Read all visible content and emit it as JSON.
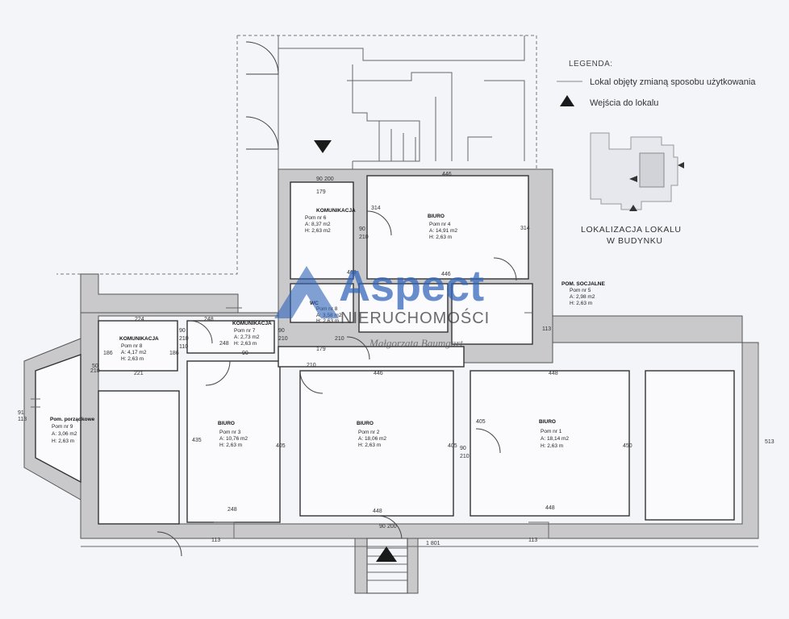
{
  "legend": {
    "title": "LEGENDA:",
    "item_line": "Lokal objęty zmianą sposobu użytkowania",
    "item_entrance": "Wejścia do lokalu",
    "location_line1": "LOKALIZACJA LOKALU",
    "location_line2": "W BUDYNKU"
  },
  "watermark": {
    "brand": "Aspect",
    "subtitle": "NIERUCHOMOŚCI",
    "signature": "Małgorzata Baumgart"
  },
  "rooms": {
    "r1": {
      "type": "BIURO",
      "name": "Pom nr 1",
      "area": "A: 18,14 m2",
      "height": "H: 2,63 m"
    },
    "r2": {
      "type": "BIURO",
      "name": "Pom nr 2",
      "area": "A: 18,06 m2",
      "height": "H: 2,63 m"
    },
    "r3": {
      "type": "BIURO",
      "name": "Pom nr 3",
      "area": "A: 10,76 m2",
      "height": "H: 2,63 m"
    },
    "r4": {
      "type": "BIURO",
      "name": "Pom nr 4",
      "area": "A: 14,91 m2",
      "height": "H: 2,63 m"
    },
    "r5": {
      "type": "POM. SOCJALNE",
      "name": "Pom nr 5",
      "area": "A: 2,98 m2",
      "height": "H: 2,63 m"
    },
    "r6": {
      "type": "KOMUNIKACJA",
      "name": "Pom nr 6",
      "area": "A: 8,37 m2",
      "height": "H: 2,63 m2"
    },
    "r7": {
      "type": "KOMUNIKACJA",
      "name": "Pom nr 7",
      "area": "A: 2,73 m2",
      "height": "H: 2,63 m"
    },
    "r8": {
      "type": "KOMUNIKACJA",
      "name": "Pom nr 8",
      "area": "A: 4,17 m2",
      "height": "H: 2,63 m"
    },
    "r8wc": {
      "type": "WC",
      "name": "Pom nr 8",
      "area": "A: 3,58 m2",
      "height": "H: 2,63 m"
    },
    "r9": {
      "type": "Pom. porządkowe",
      "name": "Pom nr 9",
      "area": "A: 3,06 m2",
      "height": "H: 2,63 m"
    }
  },
  "dimensions": {
    "d446a": "446",
    "d446b": "446",
    "d446c": "446",
    "d448a": "448",
    "d448b": "448",
    "d448c": "448",
    "d248a": "248",
    "d248b": "248",
    "d248c": "248",
    "d224": "224",
    "d221": "221",
    "d179a": "179",
    "d179b": "179",
    "d186a": "186",
    "d186b": "186",
    "d435": "435",
    "d405a": "405",
    "d405b": "405",
    "d405c": "405",
    "d450": "450",
    "d513": "513",
    "d468": "468",
    "d314a": "314",
    "d314b": "314",
    "d1801": "1 801",
    "d90a": "90",
    "d90b": "90",
    "d90c": "90",
    "d90d": "90",
    "d90e": "90",
    "d90f": "90",
    "d90g": "90",
    "d210a": "210",
    "d210b": "210",
    "d210c": "210",
    "d210d": "210",
    "d210e": "210",
    "d210f": "210",
    "d210g": "210",
    "d200a": "200",
    "d200b": "200",
    "d113a": "113",
    "d113b": "113",
    "d113c": "113",
    "d91": "91",
    "d113d": "113",
    "d50": "50",
    "d110": "110"
  },
  "colors": {
    "wall": "#c9c9cc",
    "brand": "#2f63b8",
    "background": "#f4f5f9"
  }
}
